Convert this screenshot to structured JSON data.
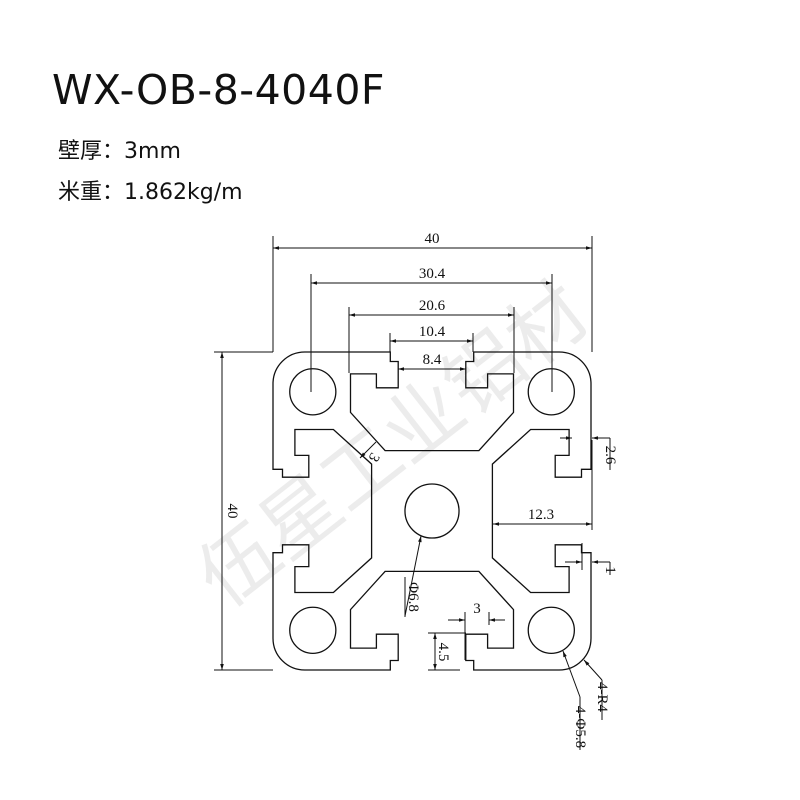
{
  "header": {
    "model": "WX-OB-8-4040F",
    "wall_thickness_label": "壁厚：",
    "wall_thickness": "3mm",
    "weight_label": "米重：",
    "weight": "1.862kg/m"
  },
  "watermark": "伍星工业铝材",
  "dimensions": {
    "width_overall": "40",
    "hole_spacing": "30.4",
    "slot_inner": "20.6",
    "slot_outer_opening": "10.4",
    "slot_opening": "8.4",
    "height_overall": "40",
    "wall": "3",
    "lip_depth": "2.6",
    "web_offset": "12.3",
    "lip_step": "1",
    "center_hole": "Φ6.8",
    "bottom_gap": "3",
    "bottom_depth": "4.5",
    "corner_radius": "4-R4",
    "corner_holes": "4-Φ5.8"
  }
}
